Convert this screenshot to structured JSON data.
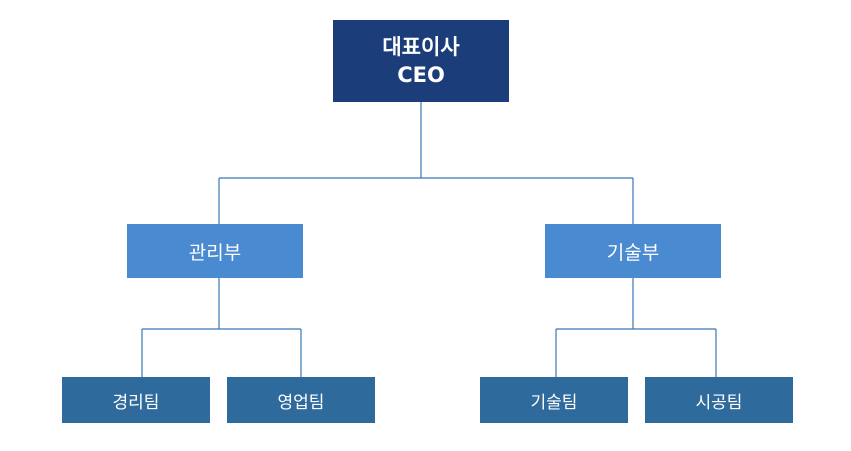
{
  "colors": {
    "ceo": "#1b3d7a",
    "department": "#4a8ad0",
    "team": "#2f6a9c",
    "connector": "#3a78b5"
  },
  "ceo": {
    "title_ko": "대표이사",
    "title_en": "CEO"
  },
  "departments": [
    {
      "label": "관리부",
      "teams": [
        {
          "label": "경리팀"
        },
        {
          "label": "영업팀"
        }
      ]
    },
    {
      "label": "기술부",
      "teams": [
        {
          "label": "기술팀"
        },
        {
          "label": "시공팀"
        }
      ]
    }
  ]
}
